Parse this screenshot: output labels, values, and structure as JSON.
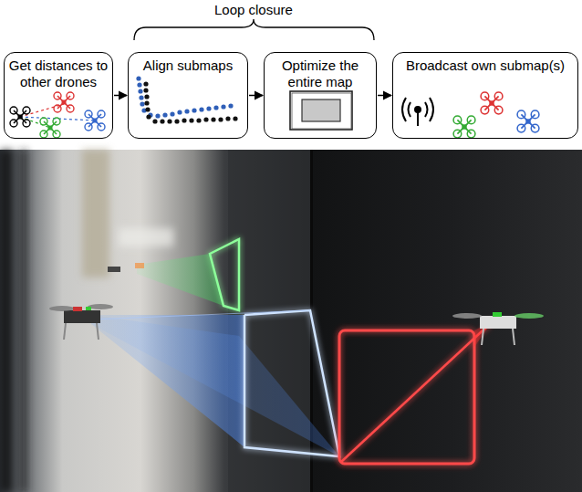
{
  "diagram": {
    "nodes": [
      {
        "text": [
          "Get distances to other drones"
        ]
      },
      {
        "text": [
          "Align submaps"
        ]
      },
      {
        "text": [
          "Optimize the entire map"
        ]
      },
      {
        "text": [
          "Broadcast own submap(s)"
        ]
      }
    ],
    "edges": [
      {
        "from": 0,
        "to": 1,
        "arrow": "to"
      },
      {
        "from": 1,
        "to": 2,
        "arrow": "to"
      },
      {
        "from": 2,
        "to": 3,
        "arrow": "to"
      }
    ],
    "labels": [
      "Loop closure"
    ]
  }
}
